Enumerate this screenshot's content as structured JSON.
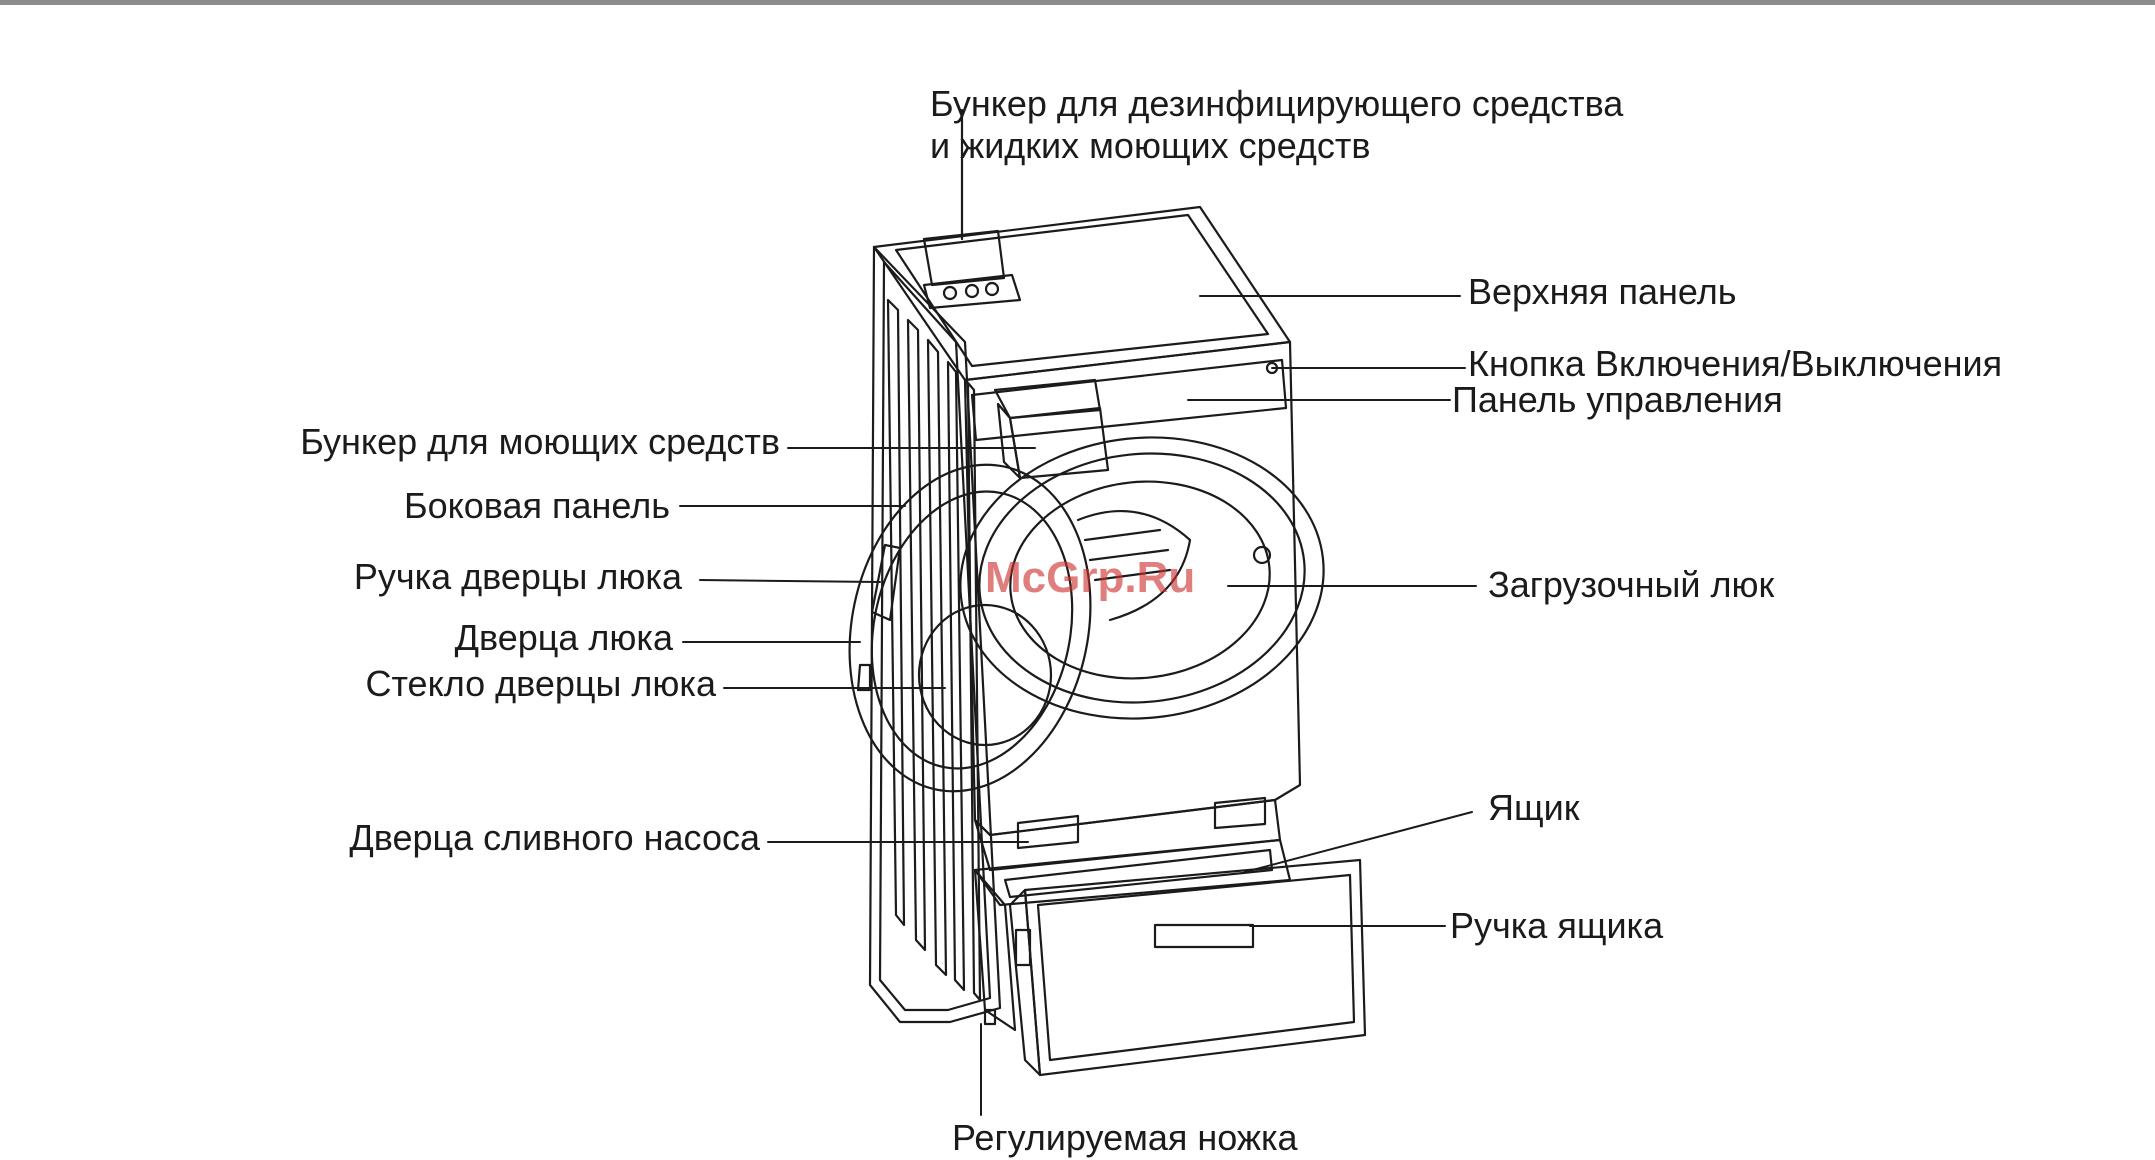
{
  "diagram": {
    "labels": {
      "dispenser_disinfectant_line1": "Бункер для дезинфицирующего средства",
      "dispenser_disinfectant_line2": "и жидких моющих средств",
      "top_panel": "Верхняя панель",
      "power_button": "Кнопка Включения/Выключения",
      "control_panel": "Панель управления",
      "detergent_dispenser": "Бункер для моющих средств",
      "side_panel": "Боковая панель",
      "door_handle": "Ручка дверцы люка",
      "door": "Дверца люка",
      "door_glass": "Стекло дверцы люка",
      "loading_door": "Загрузочный люк",
      "drawer": "Ящик",
      "drain_pump_cover": "Дверца сливного насоса",
      "drawer_handle": "Ручка ящика",
      "adjustable_foot": "Регулируемая ножка"
    },
    "watermark": "McGrp.Ru"
  },
  "colors": {
    "line": "#1b1b1b",
    "top_bar": "#8c8c8c",
    "watermark": "#cd2d2d"
  }
}
